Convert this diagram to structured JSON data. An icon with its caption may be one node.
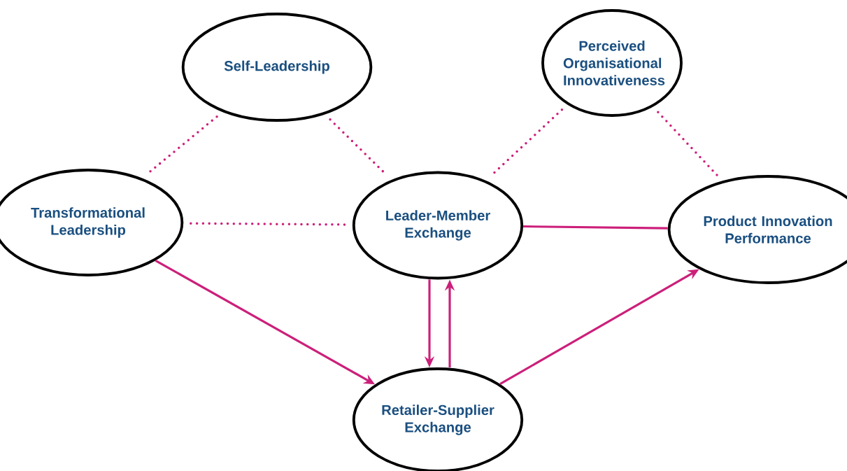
{
  "diagram": {
    "nodes": [
      {
        "text": [
          "Self-Leadership"
        ]
      },
      {
        "text": [
          "Perceived Organisational Innovativeness"
        ]
      },
      {
        "text": [
          "Transformational Leadership"
        ]
      },
      {
        "text": [
          "Leader-Member Exchange"
        ]
      },
      {
        "text": [
          "Product Innovation Performance"
        ]
      },
      {
        "text": [
          "Retailer-Supplier Exchange"
        ]
      }
    ],
    "edges": [
      {
        "from": 0,
        "to": 2,
        "arrow": "none",
        "style": "dashed"
      },
      {
        "from": 0,
        "to": 3,
        "arrow": "none",
        "style": "dashed"
      },
      {
        "from": 1,
        "to": 3,
        "arrow": "none",
        "style": "dashed"
      },
      {
        "from": 1,
        "to": 4,
        "arrow": "none",
        "style": "dashed"
      },
      {
        "from": 2,
        "to": 3,
        "arrow": "none",
        "style": "dashed"
      },
      {
        "from": 3,
        "to": 4,
        "arrow": "none"
      },
      {
        "from": 2,
        "to": 5,
        "arrow": "to"
      },
      {
        "from": 3,
        "to": 5,
        "arrow": "to"
      },
      {
        "from": 5,
        "to": 3,
        "arrow": "to"
      },
      {
        "from": 5,
        "to": 4,
        "arrow": "to"
      }
    ]
  }
}
